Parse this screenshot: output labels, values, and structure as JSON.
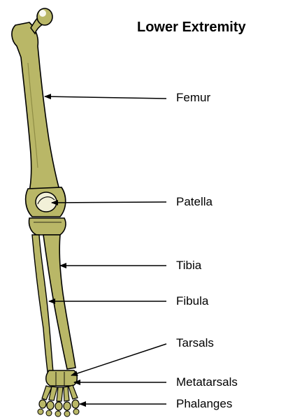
{
  "title": "Lower Extremity",
  "colors": {
    "bone_fill": "#b9b767",
    "bone_shade": "#a3a155",
    "outline": "#000000",
    "highlight": "#ffffff"
  },
  "labels": [
    {
      "id": "femur",
      "text": "Femur"
    },
    {
      "id": "patella",
      "text": "Patella"
    },
    {
      "id": "tibia",
      "text": "Tibia"
    },
    {
      "id": "fibula",
      "text": "Fibula"
    },
    {
      "id": "tarsals",
      "text": "Tarsals"
    },
    {
      "id": "metatarsals",
      "text": "Metatarsals"
    },
    {
      "id": "phalanges",
      "text": "Phalanges"
    }
  ]
}
